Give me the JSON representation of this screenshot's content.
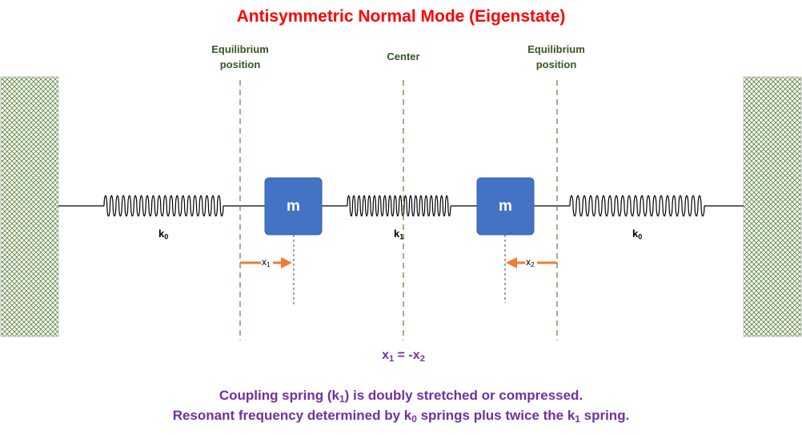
{
  "title": "Antisymmetric Normal Mode (Eigenstate)",
  "labels": {
    "equilibrium_left_line1": "Equilibrium",
    "equilibrium_left_line2": "position",
    "center": "Center",
    "equilibrium_right_line1": "Equilibrium",
    "equilibrium_right_line2": "position"
  },
  "masses": {
    "left": "m",
    "right": "m"
  },
  "springs": {
    "left": {
      "symbol": "k",
      "subscript": "0"
    },
    "middle": {
      "symbol": "k",
      "subscript": "1"
    },
    "right": {
      "symbol": "k",
      "subscript": "0"
    }
  },
  "displacements": {
    "left": {
      "symbol": "x",
      "subscript": "1"
    },
    "right": {
      "symbol": "x",
      "subscript": "2"
    }
  },
  "relation": {
    "lhs": "x",
    "lhs_sub": "1",
    "op": " = -",
    "rhs": "x",
    "rhs_sub": "2"
  },
  "caption": {
    "line1_a": "Coupling spring (k",
    "line1_sub": "1",
    "line1_b": ") is doubly stretched or compressed.",
    "line2_a": "Resonant frequency determined by k",
    "line2_sub1": "0",
    "line2_b": " springs plus twice the k",
    "line2_sub2": "1",
    "line2_c": " spring."
  },
  "colors": {
    "title": "#ff0000",
    "equilibrium_text": "#375623",
    "guide_line": "#548235",
    "mass_fill": "#4472c4",
    "arrow": "#ed7d31",
    "relation_text": "#7030a0",
    "caption_text": "#7030a0",
    "wall_hatch": "#548235"
  }
}
